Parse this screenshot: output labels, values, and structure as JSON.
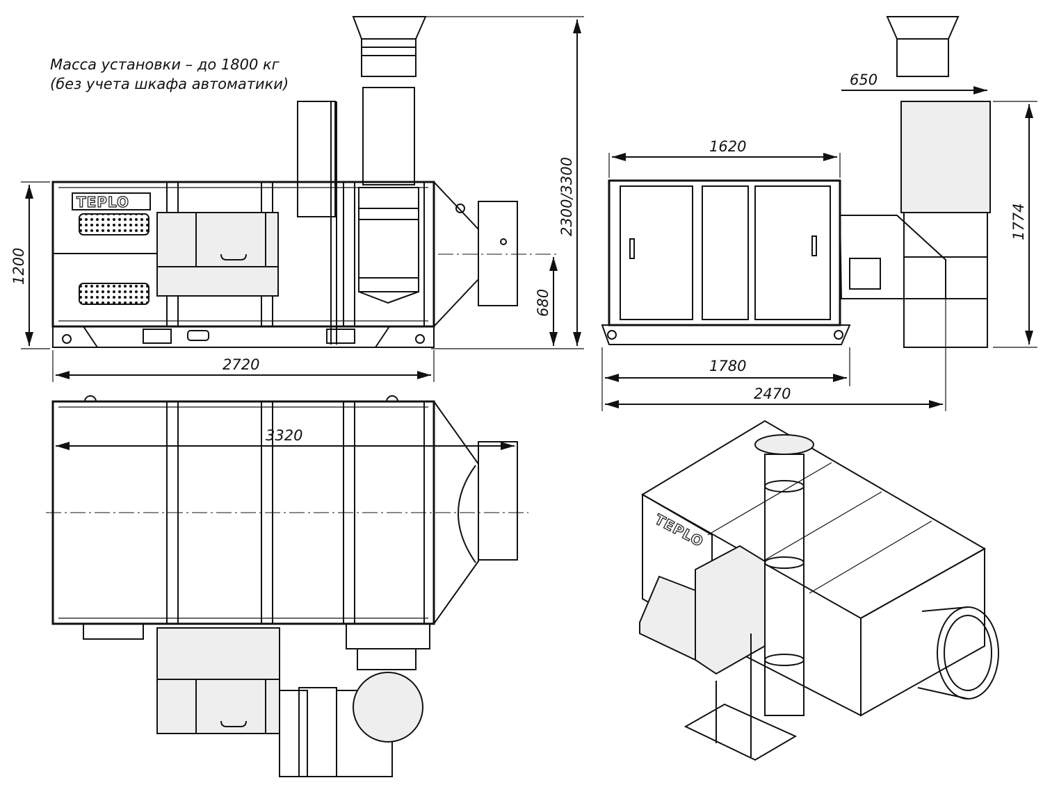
{
  "note": {
    "line1": "Масса установки – до 1800 кг",
    "line2": "(без учета шкафа автоматики)"
  },
  "logo": "TEPLO",
  "front_view": {
    "height_dim": "1200",
    "total_height_dim": "2300/3300",
    "outlet_axis_dim": "680",
    "length_dim": "2720"
  },
  "side_view": {
    "width_dim": "1620",
    "offset_dim": "650",
    "height_dim": "1774",
    "base_dim": "1780",
    "total_width_dim": "2470"
  },
  "top_view": {
    "length_dim": "3320"
  },
  "iso_view": {
    "logo": "TEPLO"
  }
}
